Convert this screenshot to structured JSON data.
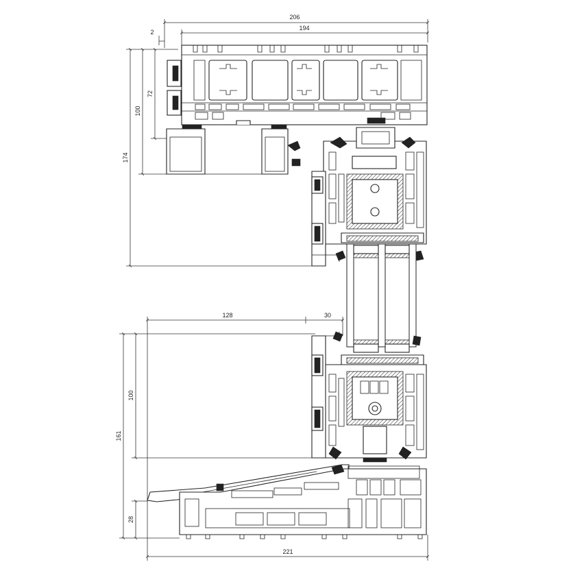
{
  "dimensions": {
    "top_width_overall": "206",
    "top_width_inner": "194",
    "top_offset": "2",
    "top_height_72": "72",
    "top_height_100": "100",
    "left_height_174": "174",
    "bottom_width_128": "128",
    "bottom_width_30": "30",
    "bottom_height_100": "100",
    "bottom_height_161": "161",
    "bottom_height_28": "28",
    "bottom_width_overall": "221"
  }
}
